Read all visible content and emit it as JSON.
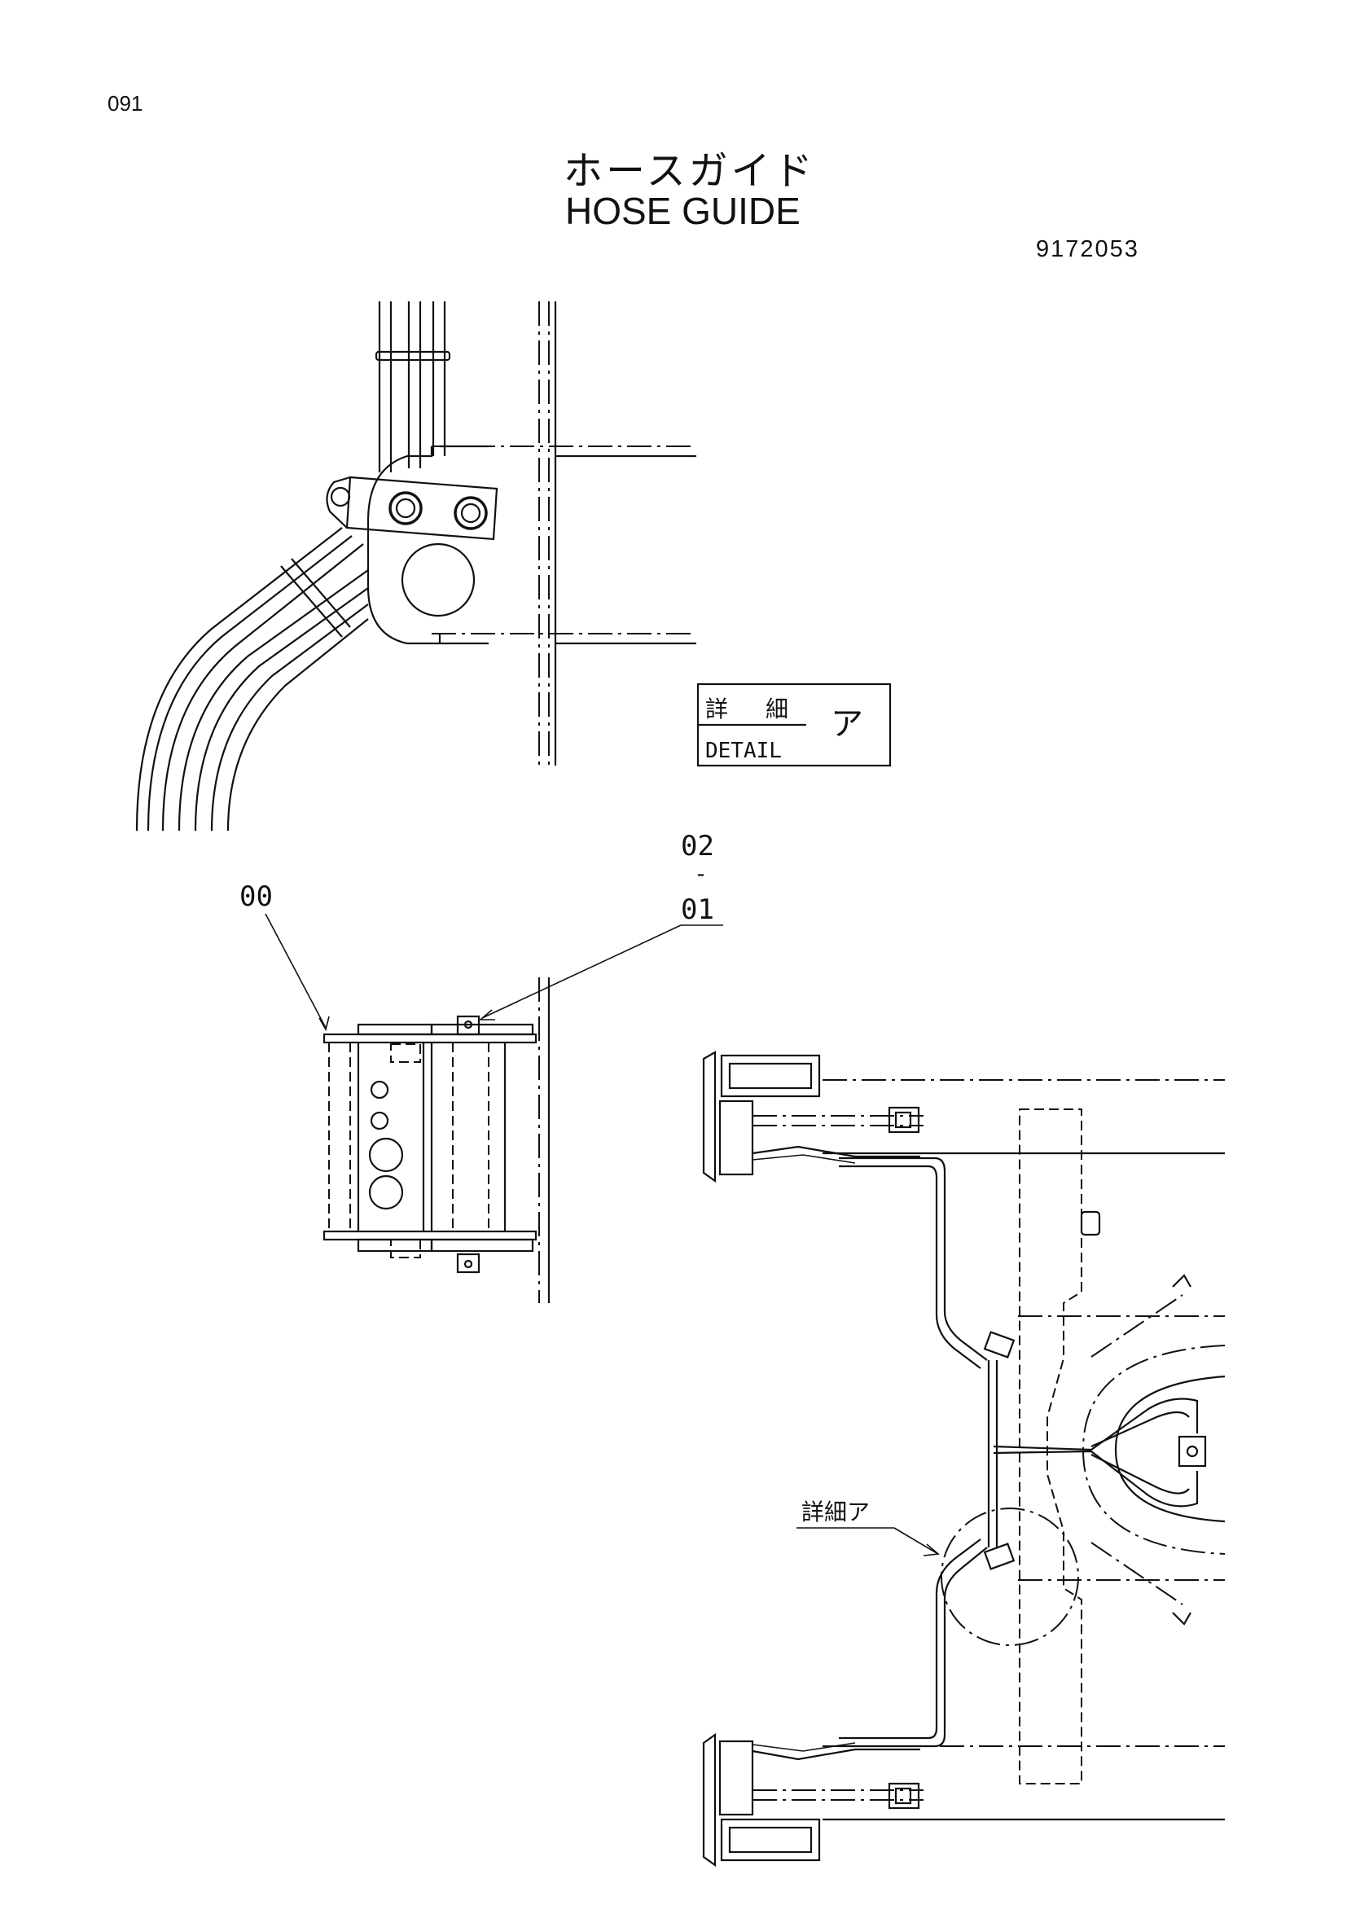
{
  "header": {
    "page_number": "091",
    "title_jp": "ホースガイド",
    "title_en": "HOSE GUIDE",
    "part_number": "9172053"
  },
  "detail_box": {
    "jp_left": "詳",
    "jp_right": "細",
    "en": "DETAIL",
    "mark": "ア"
  },
  "callouts": {
    "item_00": "00",
    "item_02": "02",
    "item_01": "01",
    "dash": "-",
    "detail_ref": "詳細ア"
  }
}
